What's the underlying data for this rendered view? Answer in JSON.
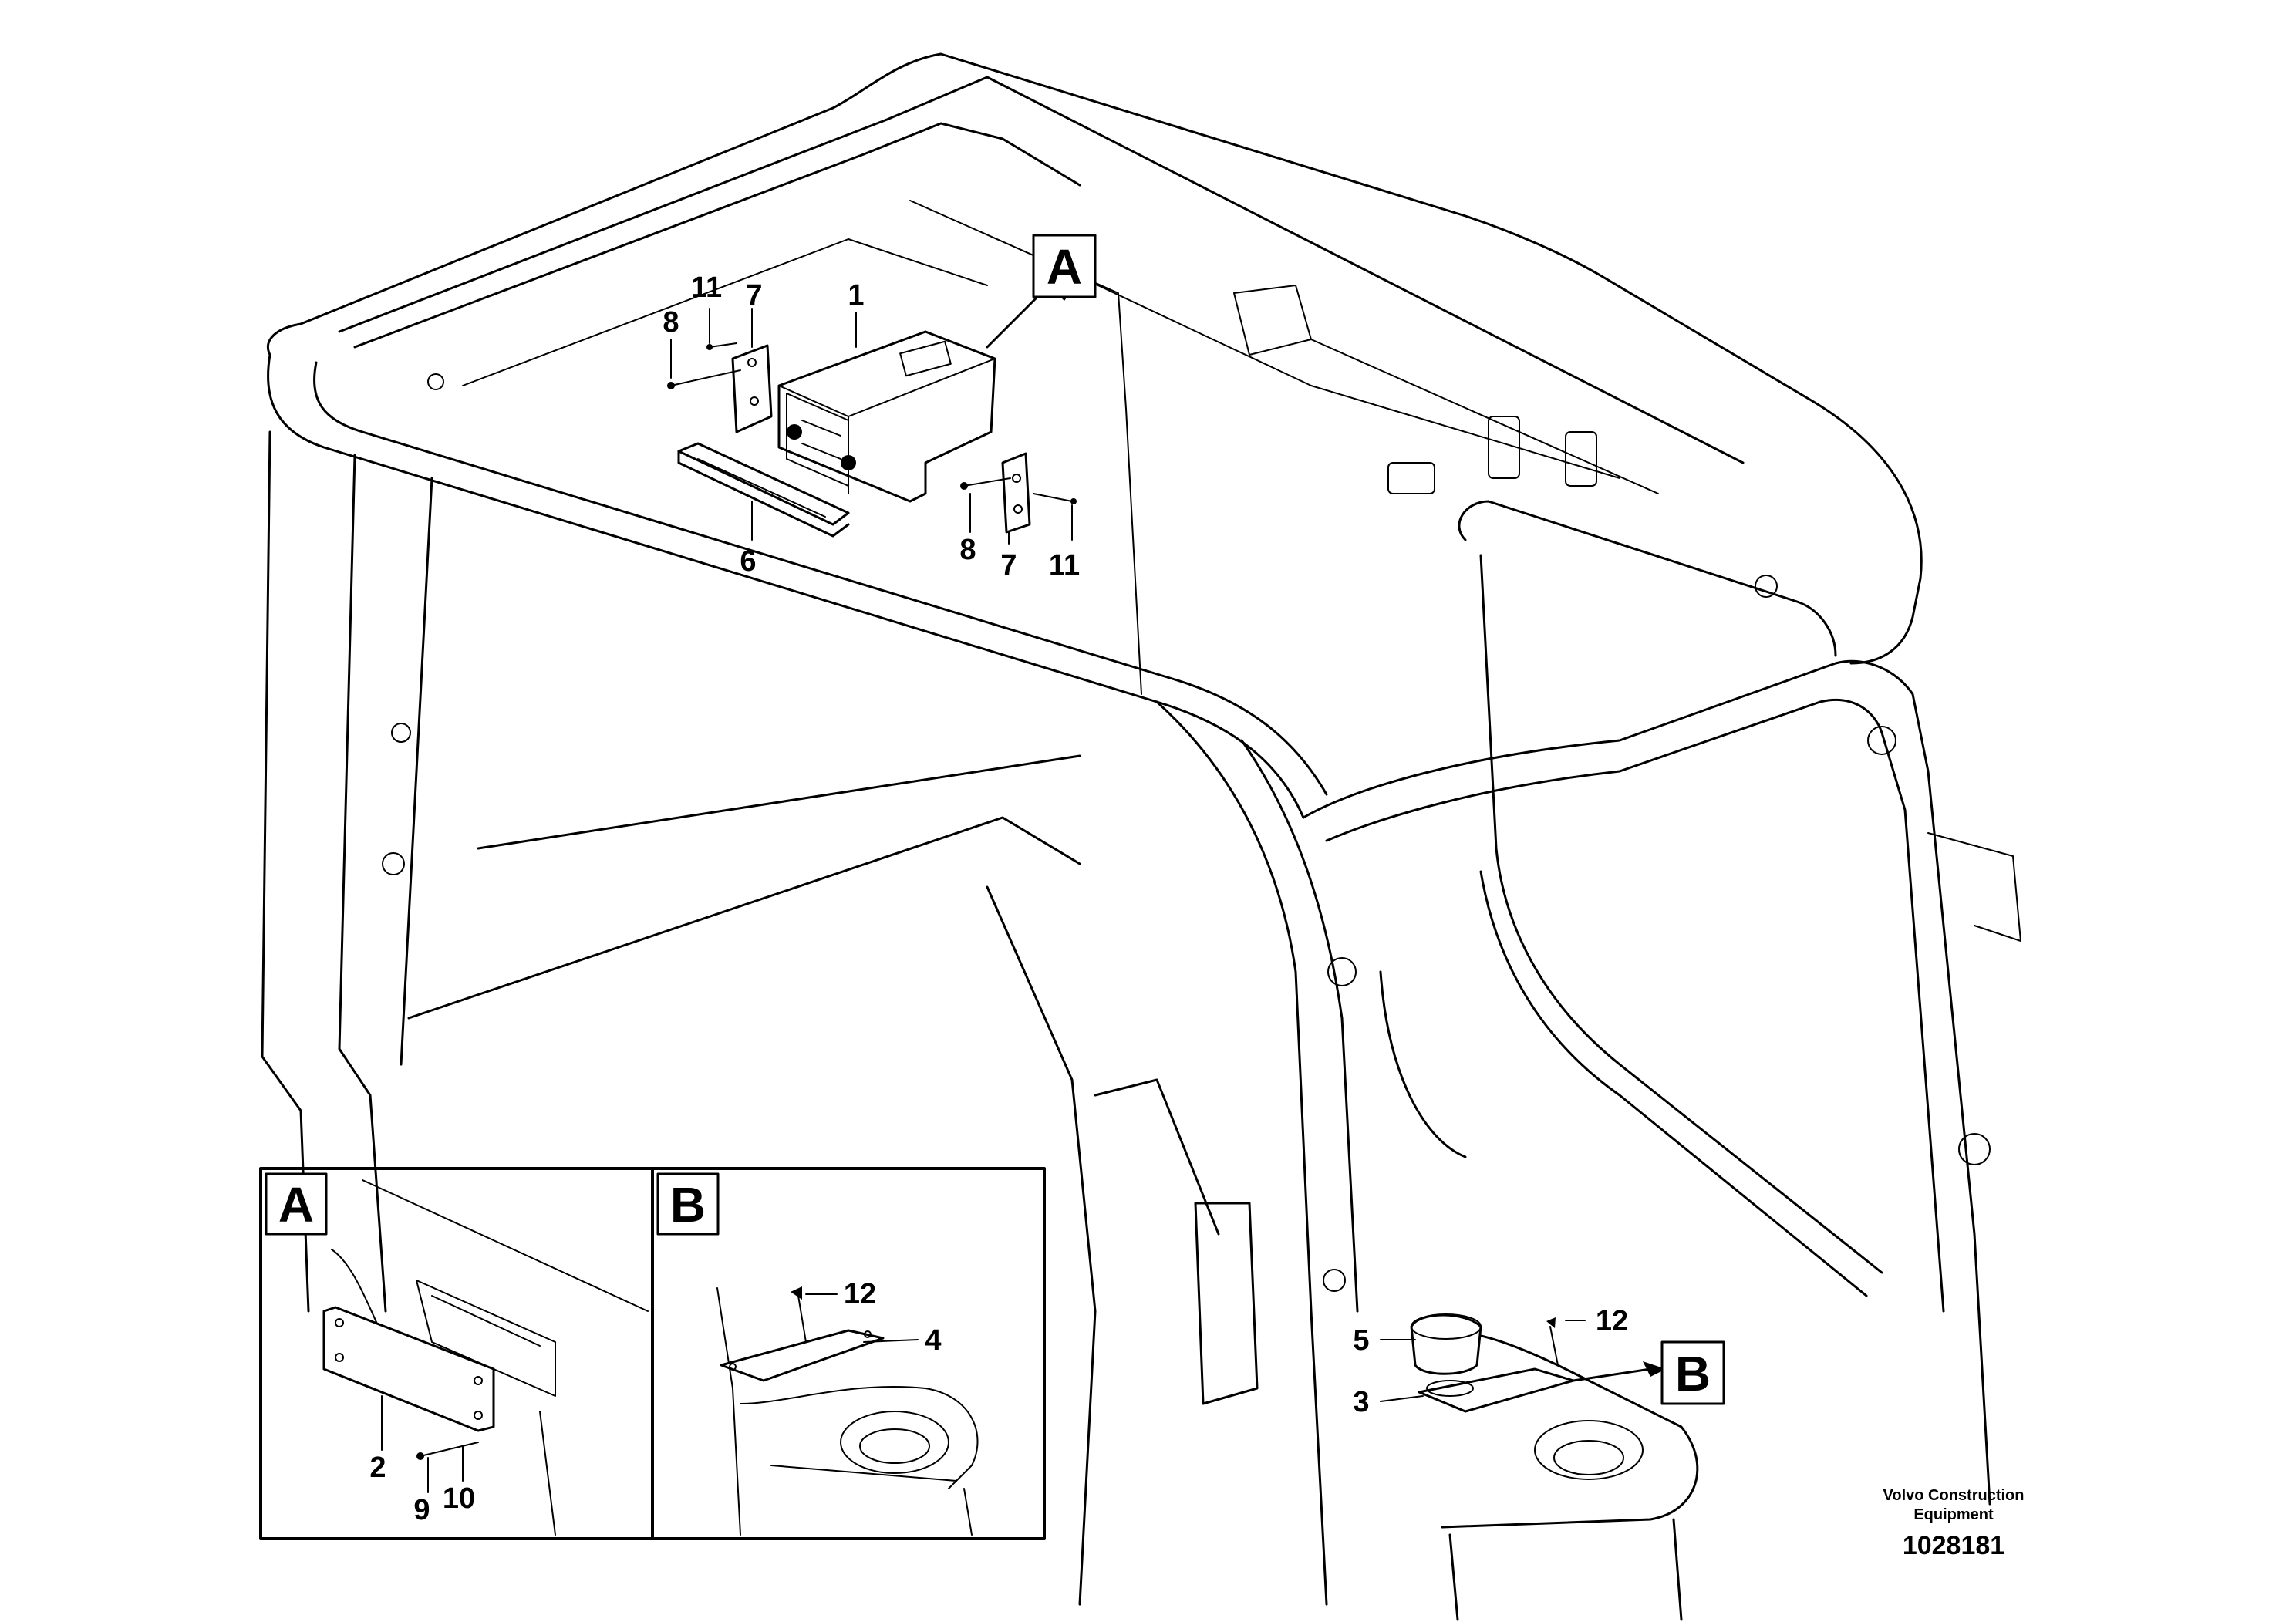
{
  "callouts": {
    "c1": "1",
    "c2": "2",
    "c3": "3",
    "c4": "4",
    "c5": "5",
    "c6": "6",
    "c7a": "7",
    "c7b": "7",
    "c8a": "8",
    "c8b": "8",
    "c9": "9",
    "c10": "10",
    "c11a": "11",
    "c11b": "11",
    "c12a": "12",
    "c12b": "12"
  },
  "views": {
    "a_main": "A",
    "b_main": "B",
    "a_detail": "A",
    "b_detail": "B"
  },
  "footer": {
    "company_line1": "Volvo Construction",
    "company_line2": "Equipment",
    "drawing_number": "1028181"
  }
}
